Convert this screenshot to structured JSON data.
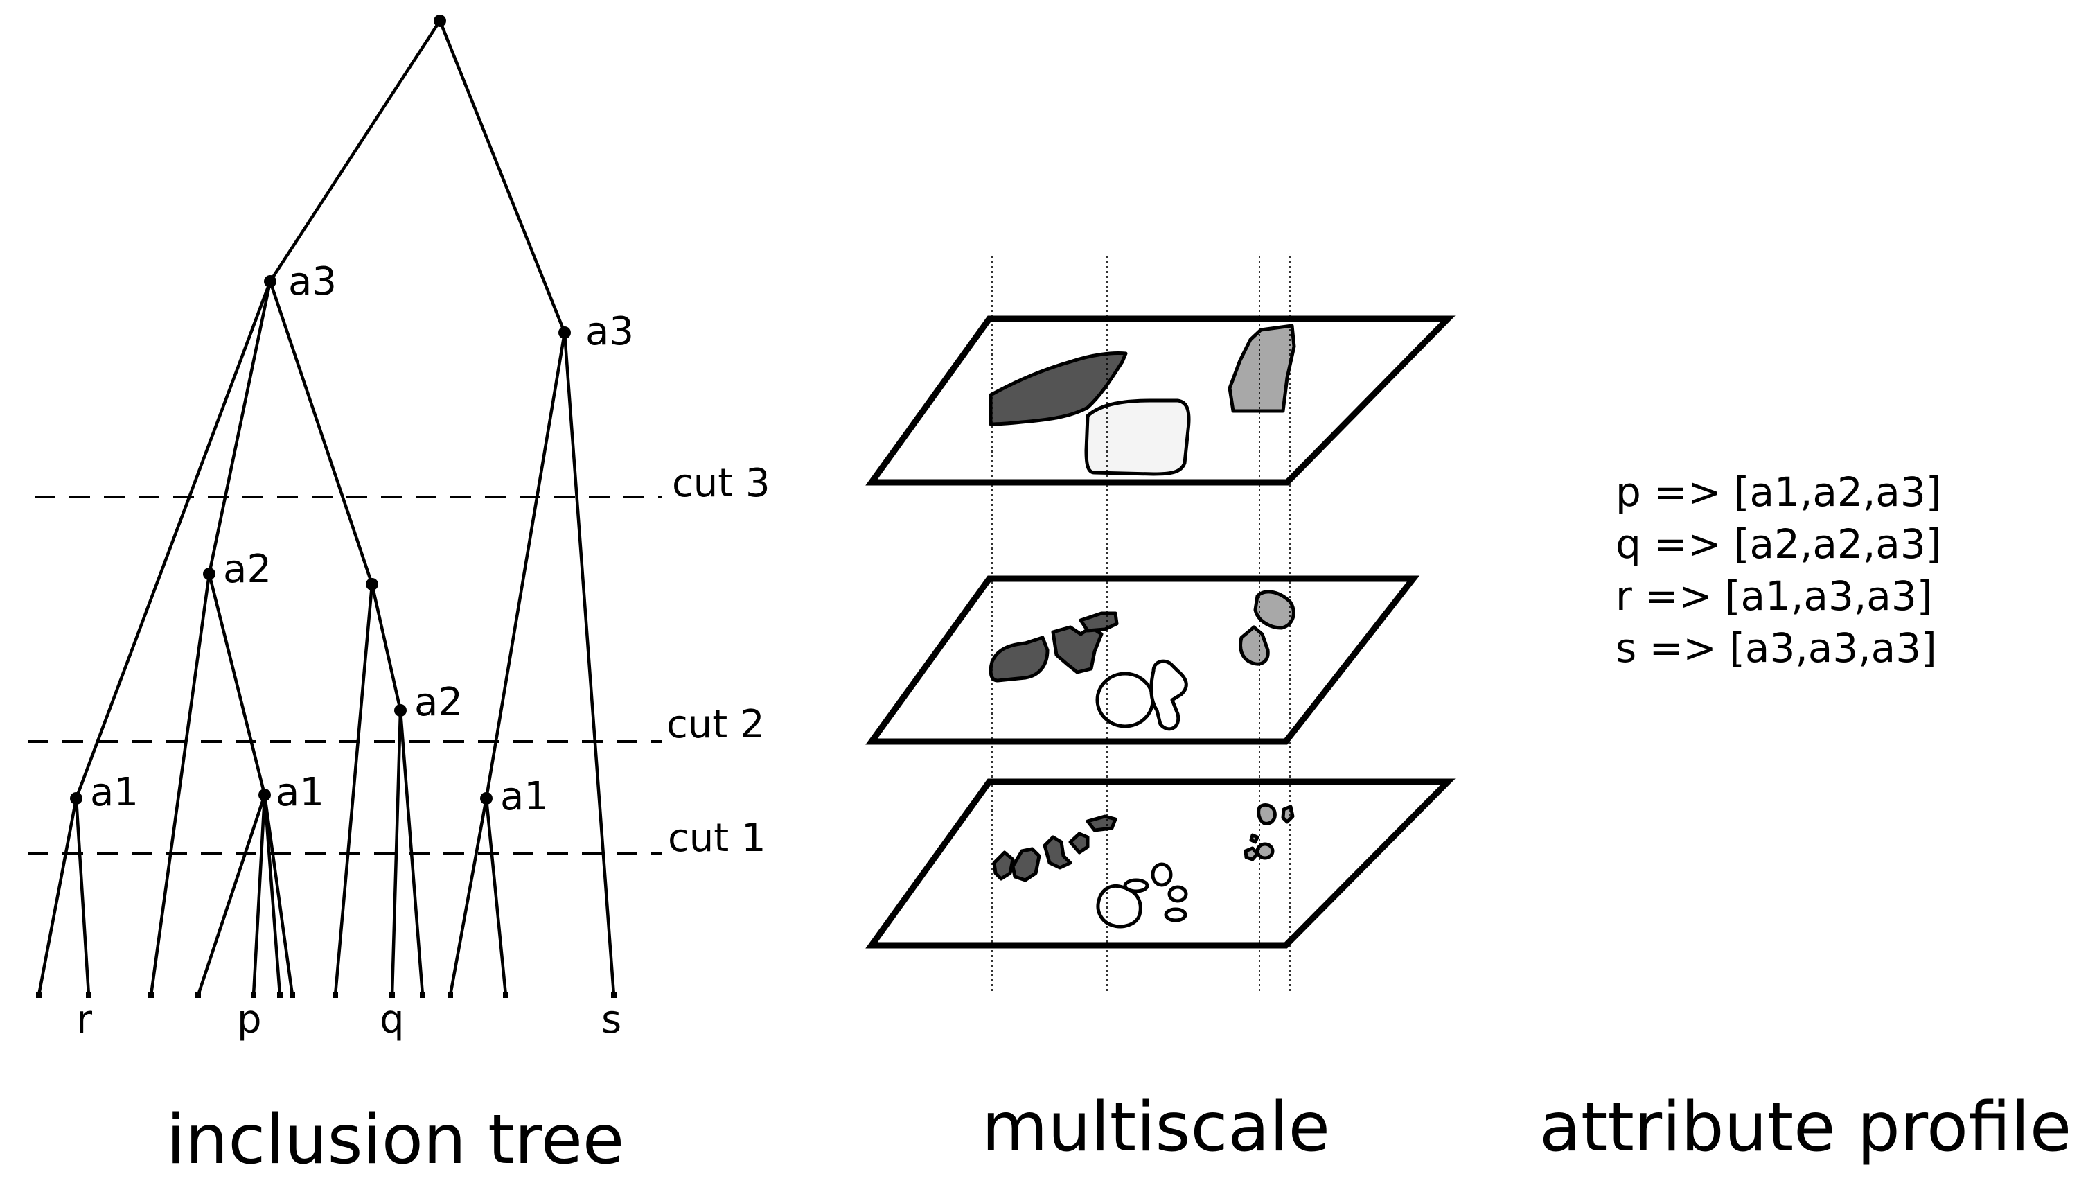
{
  "tree": {
    "node_labels": {
      "a3_left": "a3",
      "a3_right": "a3",
      "a2_left": "a2",
      "a2_mid": "a2",
      "a1_left": "a1",
      "a1_mid": "a1",
      "a1_right": "a1"
    },
    "leaf_labels": [
      "r",
      "p",
      "q",
      "s"
    ],
    "cuts": [
      "cut 3",
      "cut 2",
      "cut 1"
    ]
  },
  "captions": {
    "tree": "inclusion tree",
    "multiscale": "multiscale",
    "profile": "attribute profile"
  },
  "profile": {
    "rows": [
      "p => [a1,a2,a3]",
      "q => [a2,a2,a3]",
      "r => [a1,a3,a3]",
      "s => [a3,a3,a3]"
    ]
  },
  "colors": {
    "dark_region": "#545454",
    "mid_region": "#a8a8a8",
    "light_region": "#f4f4f4"
  }
}
